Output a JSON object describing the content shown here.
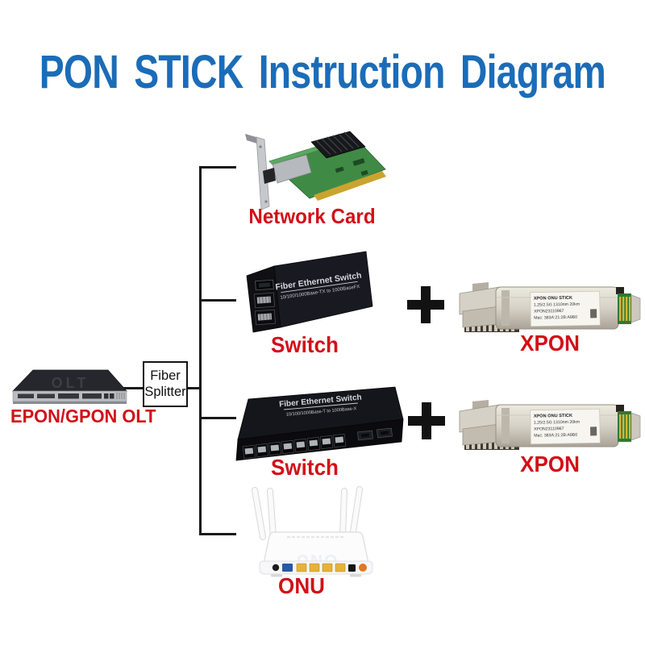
{
  "title": {
    "text": "PON STICK Instruction Diagram",
    "color": "#1b6cb8"
  },
  "colors": {
    "title_blue": "#1b6cb8",
    "label_red": "#d20f18",
    "line_black": "#191919"
  },
  "splitter": {
    "line1": "Fiber",
    "line2": "Splitter"
  },
  "plus": "+",
  "labels": {
    "olt": "EPON/GPON OLT",
    "network_card": "Network Card",
    "switch1": "Switch",
    "xpon1": "XPON",
    "switch2": "Switch",
    "xpon2": "XPON",
    "onu": "ONU"
  },
  "devices": {
    "olt": {
      "embossed": "OLT"
    },
    "switch1": {
      "line1": "Fiber Ethernet Switch",
      "line2": "10/100/1000Base-TX to 1000BaseFX"
    },
    "switch2": {
      "line1": "Fiber Ethernet Switch",
      "line2": "10/100/1000Base-T to 1000Base-X"
    },
    "onu": {
      "embossed": "ONU"
    },
    "xpon": {
      "sticker": [
        "XPON ONU STICK",
        "1.25/2.5G 1310nm 20km",
        "XPON23110967",
        "Mac: 383A:21:2B:A9B0"
      ]
    }
  }
}
